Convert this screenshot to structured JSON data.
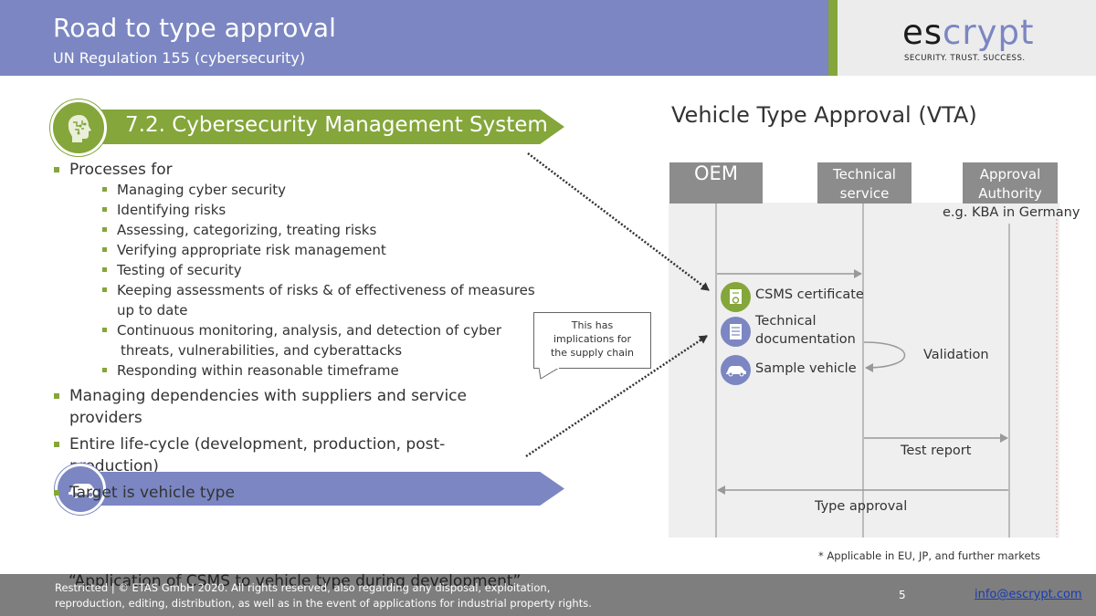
{
  "header": {
    "title": "Road to type approval",
    "subtitle": "UN Regulation 155 (cybersecurity)",
    "logo_es": "es",
    "logo_crypt": "crypt",
    "logo_tagline": "SECURITY. TRUST. SUCCESS."
  },
  "section1": {
    "label": "7.2. Cybersecurity Management System",
    "icon": "brain-head-icon"
  },
  "section2": {
    "icon": "car-icon"
  },
  "bullets": {
    "processes": "Processes for",
    "sub": [
      "Managing cyber security",
      "Identifying risks",
      "Assessing, categorizing, treating risks",
      "Verifying appropriate risk management",
      "Testing of security",
      "Keeping assessments of risks & of effectiveness of measures",
      "up to date",
      "Continuous monitoring, analysis, and detection of cyber",
      "threats, vulnerabilities, and cyberattacks",
      "Responding within reasonable timeframe"
    ],
    "dependencies_1": "Managing dependencies with suppliers and service",
    "dependencies_2": "providers",
    "lifecycle_1": "Entire life-cycle (development, production, post-",
    "lifecycle_2": "production)",
    "target": "Target is vehicle type",
    "application": "“Application of CSMS to vehicle type during development”"
  },
  "callout": {
    "line1": "This has",
    "line2": "implications for",
    "line3": "the supply chain"
  },
  "diagram": {
    "title": "Vehicle Type Approval (VTA)",
    "actor_oem": "OEM",
    "actor_tech_1": "Technical",
    "actor_tech_2": "service",
    "actor_appr_1": "Approval",
    "actor_appr_2": "Authority",
    "kba": "e.g. KBA in Germany",
    "csms_certificate": "CSMS certificate",
    "tech_doc_1": "Technical",
    "tech_doc_2": "documentation",
    "sample_vehicle": "Sample vehicle",
    "validation": "Validation",
    "test_report": "Test report",
    "type_approval": "Type approval",
    "colors": {
      "accent_green": "#84a63a",
      "accent_purple": "#7b86c2",
      "actor_gray": "#8c8c8c"
    }
  },
  "footnote": "* Applicable in EU, JP, and further markets",
  "footer": {
    "copy_1": "Restricted | © ETAS GmbH 2020. All rights reserved, also regarding any disposal, exploitation,",
    "copy_2": "reproduction, editing, distribution, as well as in the event of applications for industrial property rights.",
    "page": "5",
    "email": "info@escrypt.com"
  }
}
